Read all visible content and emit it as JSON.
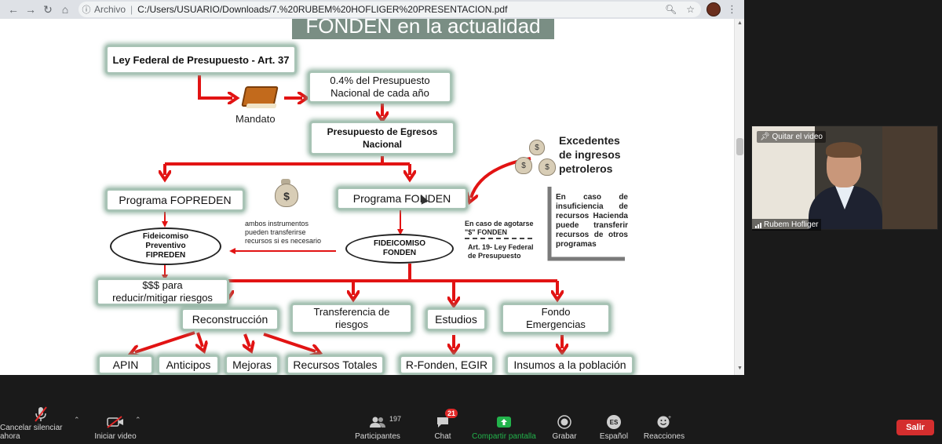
{
  "browser": {
    "scheme": "Archivo",
    "url": "C:/Users/USUARIO/Downloads/7.%20RUBEM%20HOFLIGER%20PRESENTACION.pdf"
  },
  "slide": {
    "title": "FONDEN en la actualidad",
    "ley": "Ley Federal de Presupuesto - Art. 37",
    "mandato": "Mandato",
    "pct_line1": "0.4% del Presupuesto",
    "pct_line2": "Nacional de cada año",
    "egresos_line1": "Presupuesto de Egresos",
    "egresos_line2": "Nacional",
    "excedentes_line1": "Excedentes",
    "excedentes_line2": "de ingresos",
    "excedentes_line3": "petroleros",
    "fopreden": "Programa FOPREDEN",
    "fonden": "Programa FONDEN",
    "hacienda_line1": "En caso de",
    "hacienda_line2": "insuficiencia de",
    "hacienda_line3": "recursos Hacienda",
    "hacienda_line4": "puede transferir",
    "hacienda_line5": "recursos de otros",
    "hacienda_line6": "programas",
    "fideicomiso_prev_line1": "Fideicomiso",
    "fideicomiso_prev_line2": "Preventivo",
    "fideicomiso_prev_line3": "FIPREDEN",
    "ambos_line1": "ambos instrumentos",
    "ambos_line2": "pueden transferirse",
    "ambos_line3": "recursos si es necesario",
    "fideicomiso_fonden_line1": "FIDEICOMISO",
    "fideicomiso_fonden_line2": "FONDEN",
    "agotarse_line1": "En caso de agotarse",
    "agotarse_line2": "\"$\" FONDEN",
    "art19_line1": "Art. 19- Ley Federal",
    "art19_line2": "de Presupuesto",
    "money_line1": "$$$ para",
    "money_line2": "reducir/mitigar riesgos",
    "reconstruccion": "Reconstrucción",
    "transferencia_line1": "Transferencia de",
    "transferencia_line2": "riesgos",
    "estudios": "Estudios",
    "fondo_line1": "Fondo",
    "fondo_line2": "Emergencias",
    "apin": "APIN",
    "anticipos": "Anticipos",
    "mejoras": "Mejoras",
    "recursos_totales": "Recursos Totales",
    "rfonden": "R-Fonden, EGIR",
    "insumos": "Insumos a la población"
  },
  "video": {
    "pin_label": "Quitar el video",
    "participant_name": "Rubem Hofliger"
  },
  "toolbar": {
    "mute_label": "Cancelar silenciar ahora",
    "video_label": "Iniciar video",
    "participants_label": "Participantes",
    "participants_count": "197",
    "chat_label": "Chat",
    "chat_badge": "21",
    "share_label": "Compartir pantalla",
    "record_label": "Grabar",
    "language_label": "Español",
    "language_code": "ES",
    "reactions_label": "Reacciones",
    "leave_label": "Salir"
  },
  "colors": {
    "arrow": "#e21313",
    "node_border": "#a8c3b5",
    "title_bg": "#7a8e84",
    "share_green": "#22b34b",
    "leave_red": "#d42e2e"
  }
}
